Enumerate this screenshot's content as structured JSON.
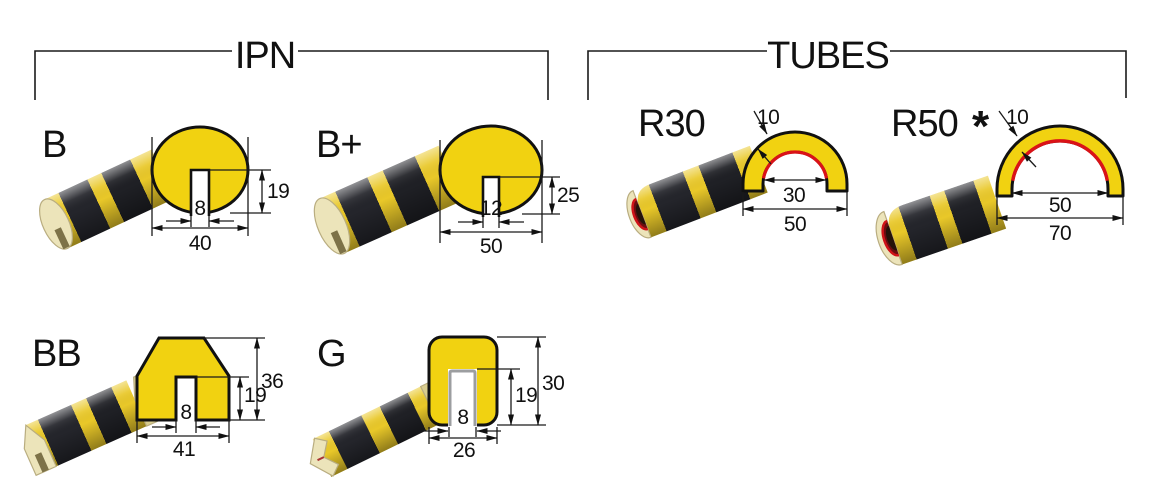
{
  "groups": {
    "ipn": "IPN",
    "tubes": "TUBES"
  },
  "profiles": {
    "b": {
      "label": "B",
      "dims": {
        "depth": "19",
        "slot": "8",
        "width": "40"
      }
    },
    "bplus": {
      "label": "B+",
      "dims": {
        "depth": "25",
        "slot": "12",
        "width": "50"
      }
    },
    "r30": {
      "label": "R30",
      "dims": {
        "wall": "10",
        "inner": "30",
        "outer": "50"
      }
    },
    "r50": {
      "label": "R50",
      "star": "*",
      "dims": {
        "wall": "10",
        "inner": "50",
        "outer": "70"
      }
    },
    "bb": {
      "label": "BB",
      "dims": {
        "height": "36",
        "depth": "19",
        "slot": "8",
        "width": "41"
      }
    },
    "g": {
      "label": "G",
      "dims": {
        "depth": "19",
        "height": "30",
        "slot": "8",
        "width": "26"
      }
    }
  },
  "colors": {
    "yellow": "#f1d211",
    "outline": "#111111",
    "red": "#da1217",
    "cream": "#ece4ba",
    "stripe_yellow": "#e9c829",
    "stripe_black": "#24252b"
  }
}
